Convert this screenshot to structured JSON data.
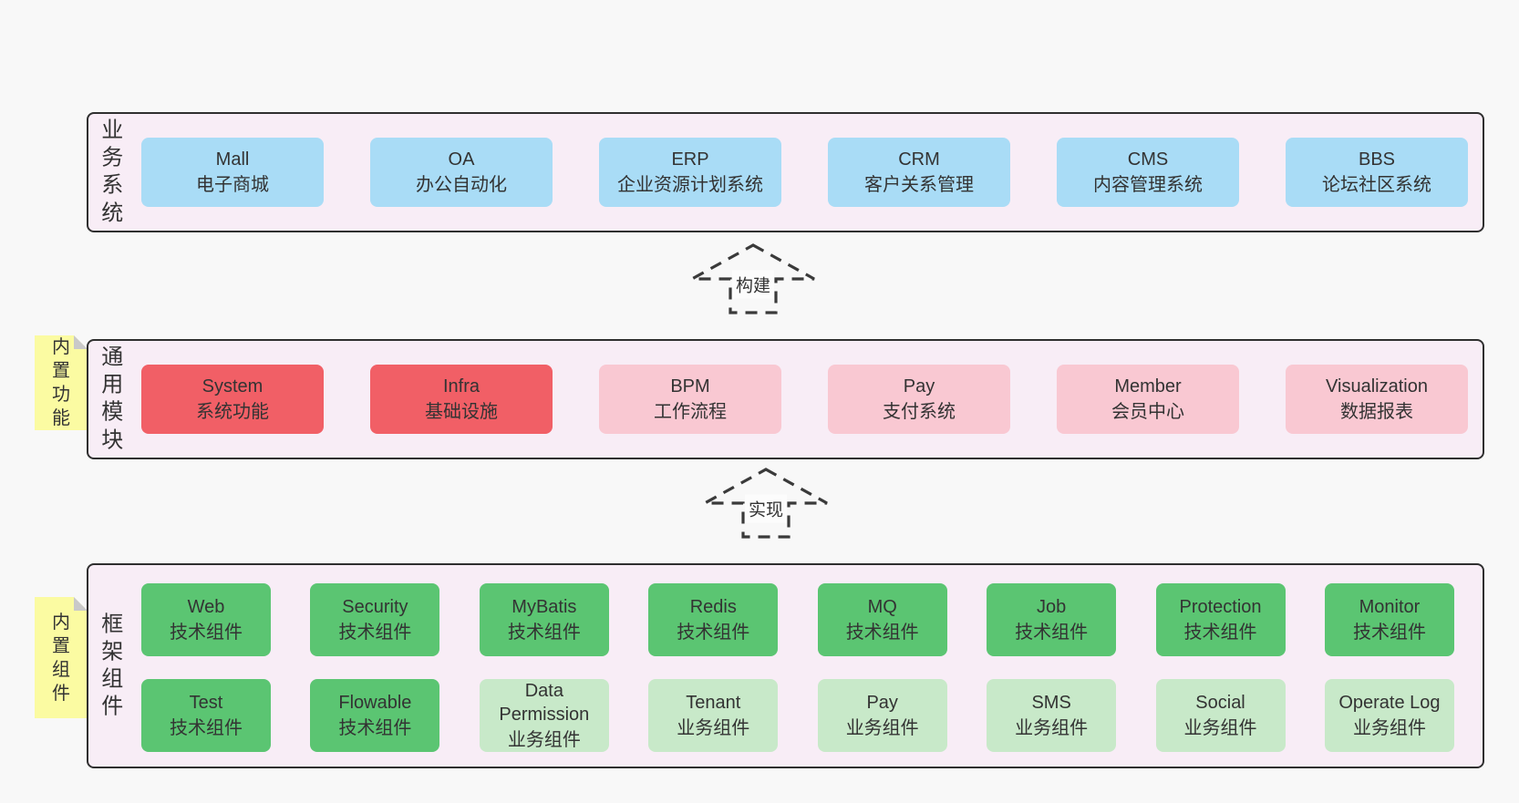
{
  "colors": {
    "background": "#f8f8f8",
    "layer_fill": "#f8edf6",
    "layer_border": "#2f2f2f",
    "business_box_blue": "#a9dcf6",
    "core_module_box_red": "#f15f66",
    "module_box_pink": "#f9c8d2",
    "tech_component_box_green": "#5bc572",
    "biz_component_box_light_green": "#c8e9c9",
    "sticky_note_yellow": "#fbfba2",
    "text": "#333333"
  },
  "arrows": [
    {
      "label": "构建"
    },
    {
      "label": "实现"
    }
  ],
  "layers": [
    {
      "label": "业务系统",
      "boxes": [
        {
          "name": "Mall",
          "desc": "电子商城"
        },
        {
          "name": "OA",
          "desc": "办公自动化"
        },
        {
          "name": "ERP",
          "desc": "企业资源计划系统"
        },
        {
          "name": "CRM",
          "desc": "客户关系管理"
        },
        {
          "name": "CMS",
          "desc": "内容管理系统"
        },
        {
          "name": "BBS",
          "desc": "论坛社区系统"
        }
      ]
    },
    {
      "label": "通用模块",
      "note": "内置功能",
      "boxes": [
        {
          "name": "System",
          "desc": "系统功能"
        },
        {
          "name": "Infra",
          "desc": "基础设施"
        },
        {
          "name": "BPM",
          "desc": "工作流程"
        },
        {
          "name": "Pay",
          "desc": "支付系统"
        },
        {
          "name": "Member",
          "desc": "会员中心"
        },
        {
          "name": "Visualization",
          "desc": "数据报表"
        }
      ]
    },
    {
      "label": "框架组件",
      "note": "内置组件",
      "rows": [
        {
          "boxes": [
            {
              "name": "Web",
              "desc": "技术组件"
            },
            {
              "name": "Security",
              "desc": "技术组件"
            },
            {
              "name": "MyBatis",
              "desc": "技术组件"
            },
            {
              "name": "Redis",
              "desc": "技术组件"
            },
            {
              "name": "MQ",
              "desc": "技术组件"
            },
            {
              "name": "Job",
              "desc": "技术组件"
            },
            {
              "name": "Protection",
              "desc": "技术组件"
            },
            {
              "name": "Monitor",
              "desc": "技术组件"
            }
          ]
        },
        {
          "boxes": [
            {
              "name": "Test",
              "desc": "技术组件"
            },
            {
              "name": "Flowable",
              "desc": "技术组件"
            },
            {
              "name": "Data Permission",
              "desc": "业务组件"
            },
            {
              "name": "Tenant",
              "desc": "业务组件"
            },
            {
              "name": "Pay",
              "desc": "业务组件"
            },
            {
              "name": "SMS",
              "desc": "业务组件"
            },
            {
              "name": "Social",
              "desc": "业务组件"
            },
            {
              "name": "Operate Log",
              "desc": "业务组件"
            }
          ]
        }
      ]
    }
  ]
}
